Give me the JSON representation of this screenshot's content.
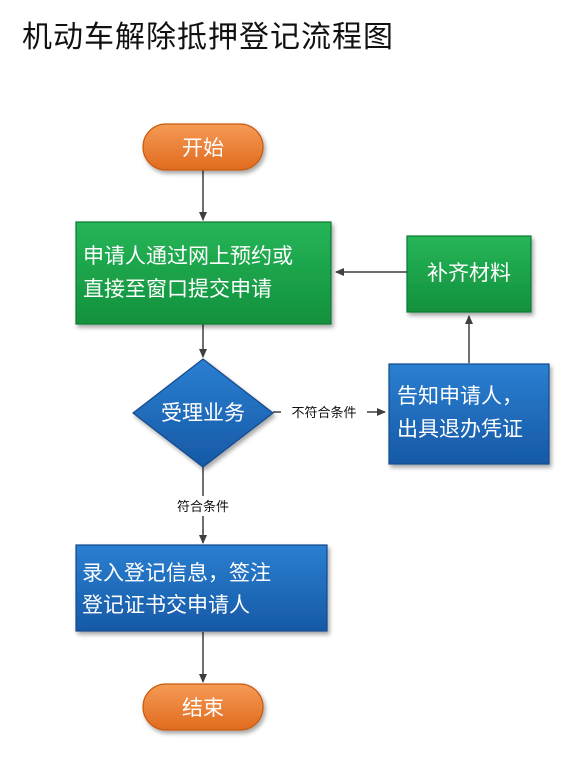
{
  "title": "机动车解除抵押登记流程图",
  "nodes": {
    "start": {
      "label": "开始"
    },
    "apply": {
      "line1": "申请人通过网上预约或",
      "line2": "直接至窗口提交申请"
    },
    "supplement": {
      "label": "补齐材料"
    },
    "review": {
      "label": "受理业务"
    },
    "notify": {
      "line1": "告知申请人，",
      "line2": "出具退办凭证"
    },
    "record": {
      "line1": "录入登记信息，签注",
      "line2": "登记证书交申请人"
    },
    "end": {
      "label": "结束"
    }
  },
  "edges": {
    "not_met": "不符合条件",
    "met": "符合条件"
  },
  "colors": {
    "orange": "#ED7D31",
    "green": "#1AA34A",
    "blue": "#1F6DBF",
    "arrow": "#3F3F3F"
  }
}
